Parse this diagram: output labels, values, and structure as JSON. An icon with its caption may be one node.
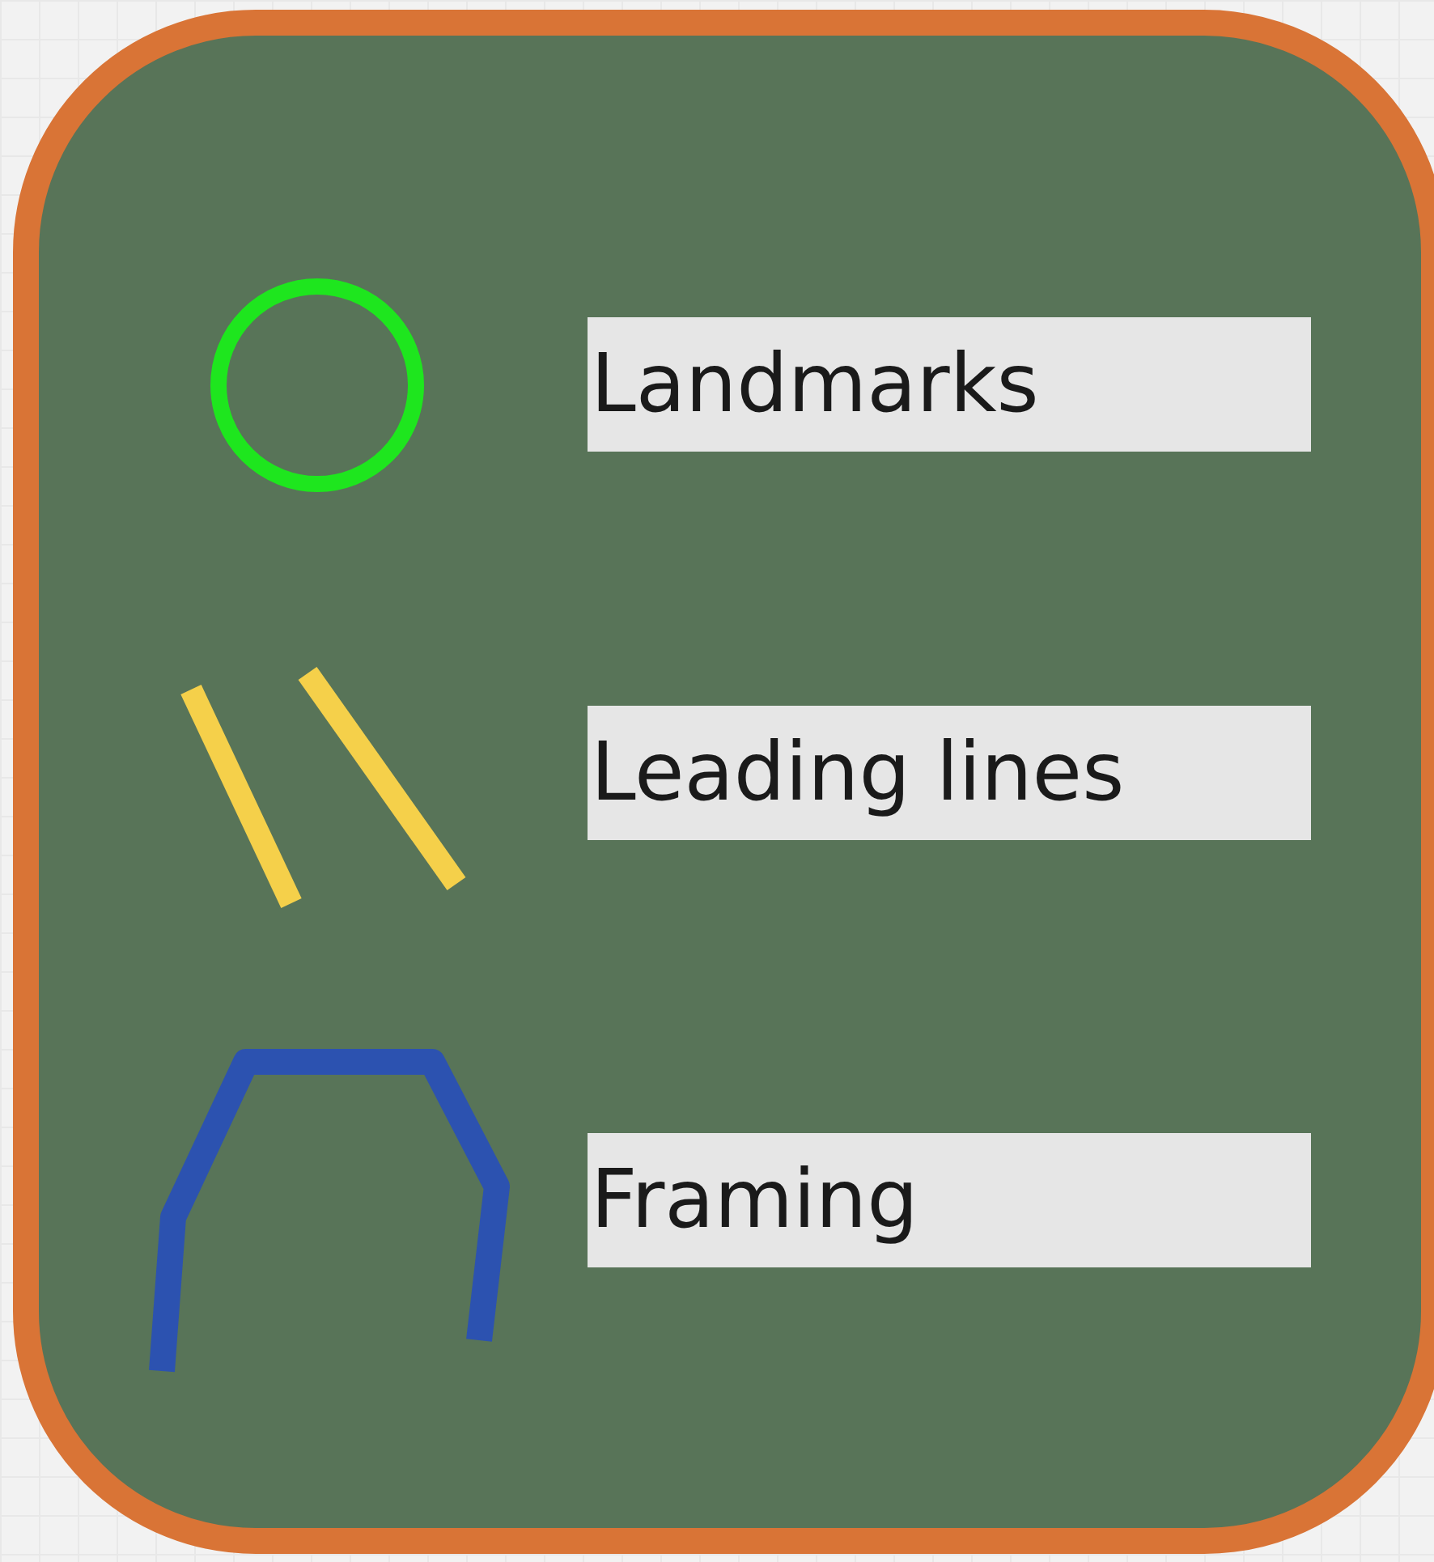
{
  "diagram": {
    "legend": [
      {
        "text": "Landmarks"
      },
      {
        "text": "Leading lines"
      },
      {
        "text": "Framing"
      }
    ]
  }
}
